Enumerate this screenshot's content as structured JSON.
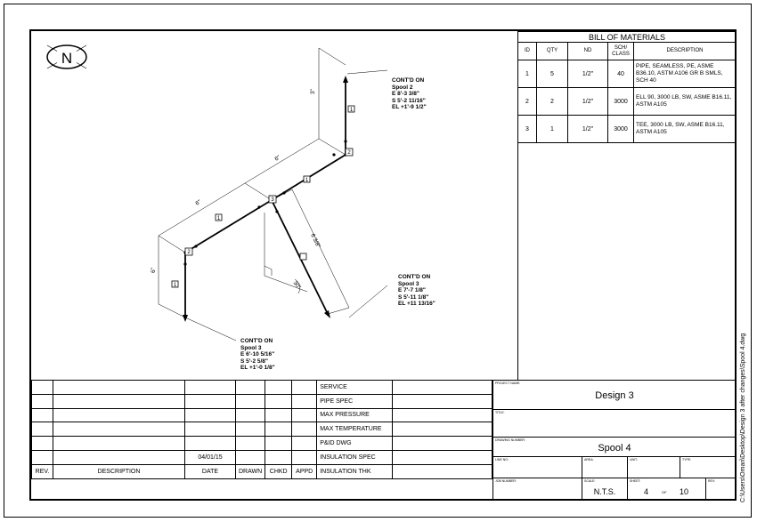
{
  "bom": {
    "title": "BILL OF MATERIALS",
    "headers": [
      "ID",
      "QTY",
      "ND",
      "SCH/ CLASS",
      "DESCRIPTION"
    ],
    "rows": [
      {
        "id": "1",
        "qty": "5",
        "nd": "1/2\"",
        "sch": "40",
        "desc": "PIPE, SEAMLESS, PE, ASME B36.10, ASTM A106 GR B SMLS, SCH 40"
      },
      {
        "id": "2",
        "qty": "2",
        "nd": "1/2\"",
        "sch": "3000",
        "desc": "ELL 90, 3000 LB, SW, ASME B16.11, ASTM A105"
      },
      {
        "id": "3",
        "qty": "1",
        "nd": "1/2\"",
        "sch": "3000",
        "desc": "TEE, 3000 LB, SW, ASME B16.11, ASTM A105"
      }
    ]
  },
  "north_label": "N",
  "notes": {
    "top_right": [
      "CONT'D ON",
      "Spool 2",
      "E 8'-3 3/8\"",
      "S 5'-2 11/16\"",
      "EL +1'-9 1/2\""
    ],
    "mid_right": [
      "CONT'D ON",
      "Spool 3",
      "E 7'-7 1/8\"",
      "S 5'-11 1/8\"",
      "EL +11 13/16\""
    ],
    "bottom_left": [
      "CONT'D ON",
      "Spool 3",
      "E 6'-10 5/16\"",
      "S 5'-2 5/8\"",
      "EL +1'-0 1/8\""
    ]
  },
  "dims": {
    "d1": "3\"",
    "d2": "6\"",
    "d3": "6\"",
    "d4": "6\"",
    "d5": "6 3/8\"",
    "d6": "30\""
  },
  "part_tags": [
    "1",
    "1",
    "1",
    "1",
    "2",
    "2",
    "3"
  ],
  "revision_block": {
    "date_value": "04/01/15",
    "footer": [
      "REV.",
      "DESCRIPTION",
      "DATE",
      "DRAWN",
      "CHKD",
      "APPD"
    ],
    "specs": [
      "SERVICE",
      "PIPE SPEC",
      "MAX PRESSURE",
      "MAX TEMPERATURE",
      "P&ID DWG",
      "INSULATION SPEC",
      "INSULATION THK"
    ]
  },
  "project": {
    "project_name_label": "PROJECT NAME:",
    "project_name": "Design 3",
    "title_label": "TITLE:",
    "drawing_number_label": "DRAWING NUMBER:",
    "drawing_number": "Spool 4",
    "line_no_label": "LINE NO:",
    "area_label": "AREA:",
    "unit_label": "UNIT:",
    "type_label": "TYPE:",
    "job_number_label": "JOB NUMBER:",
    "scale_label": "SCALE:",
    "scale": "N.T.S.",
    "sheet_label": "SHEET:",
    "sheet": "4",
    "of_label": "OF",
    "sheet_total": "10",
    "rev_label": "REV:"
  },
  "file_path": "C:\\Users\\Omari\\Desktop\\Design 3 after changes\\Spool 4.dwg"
}
